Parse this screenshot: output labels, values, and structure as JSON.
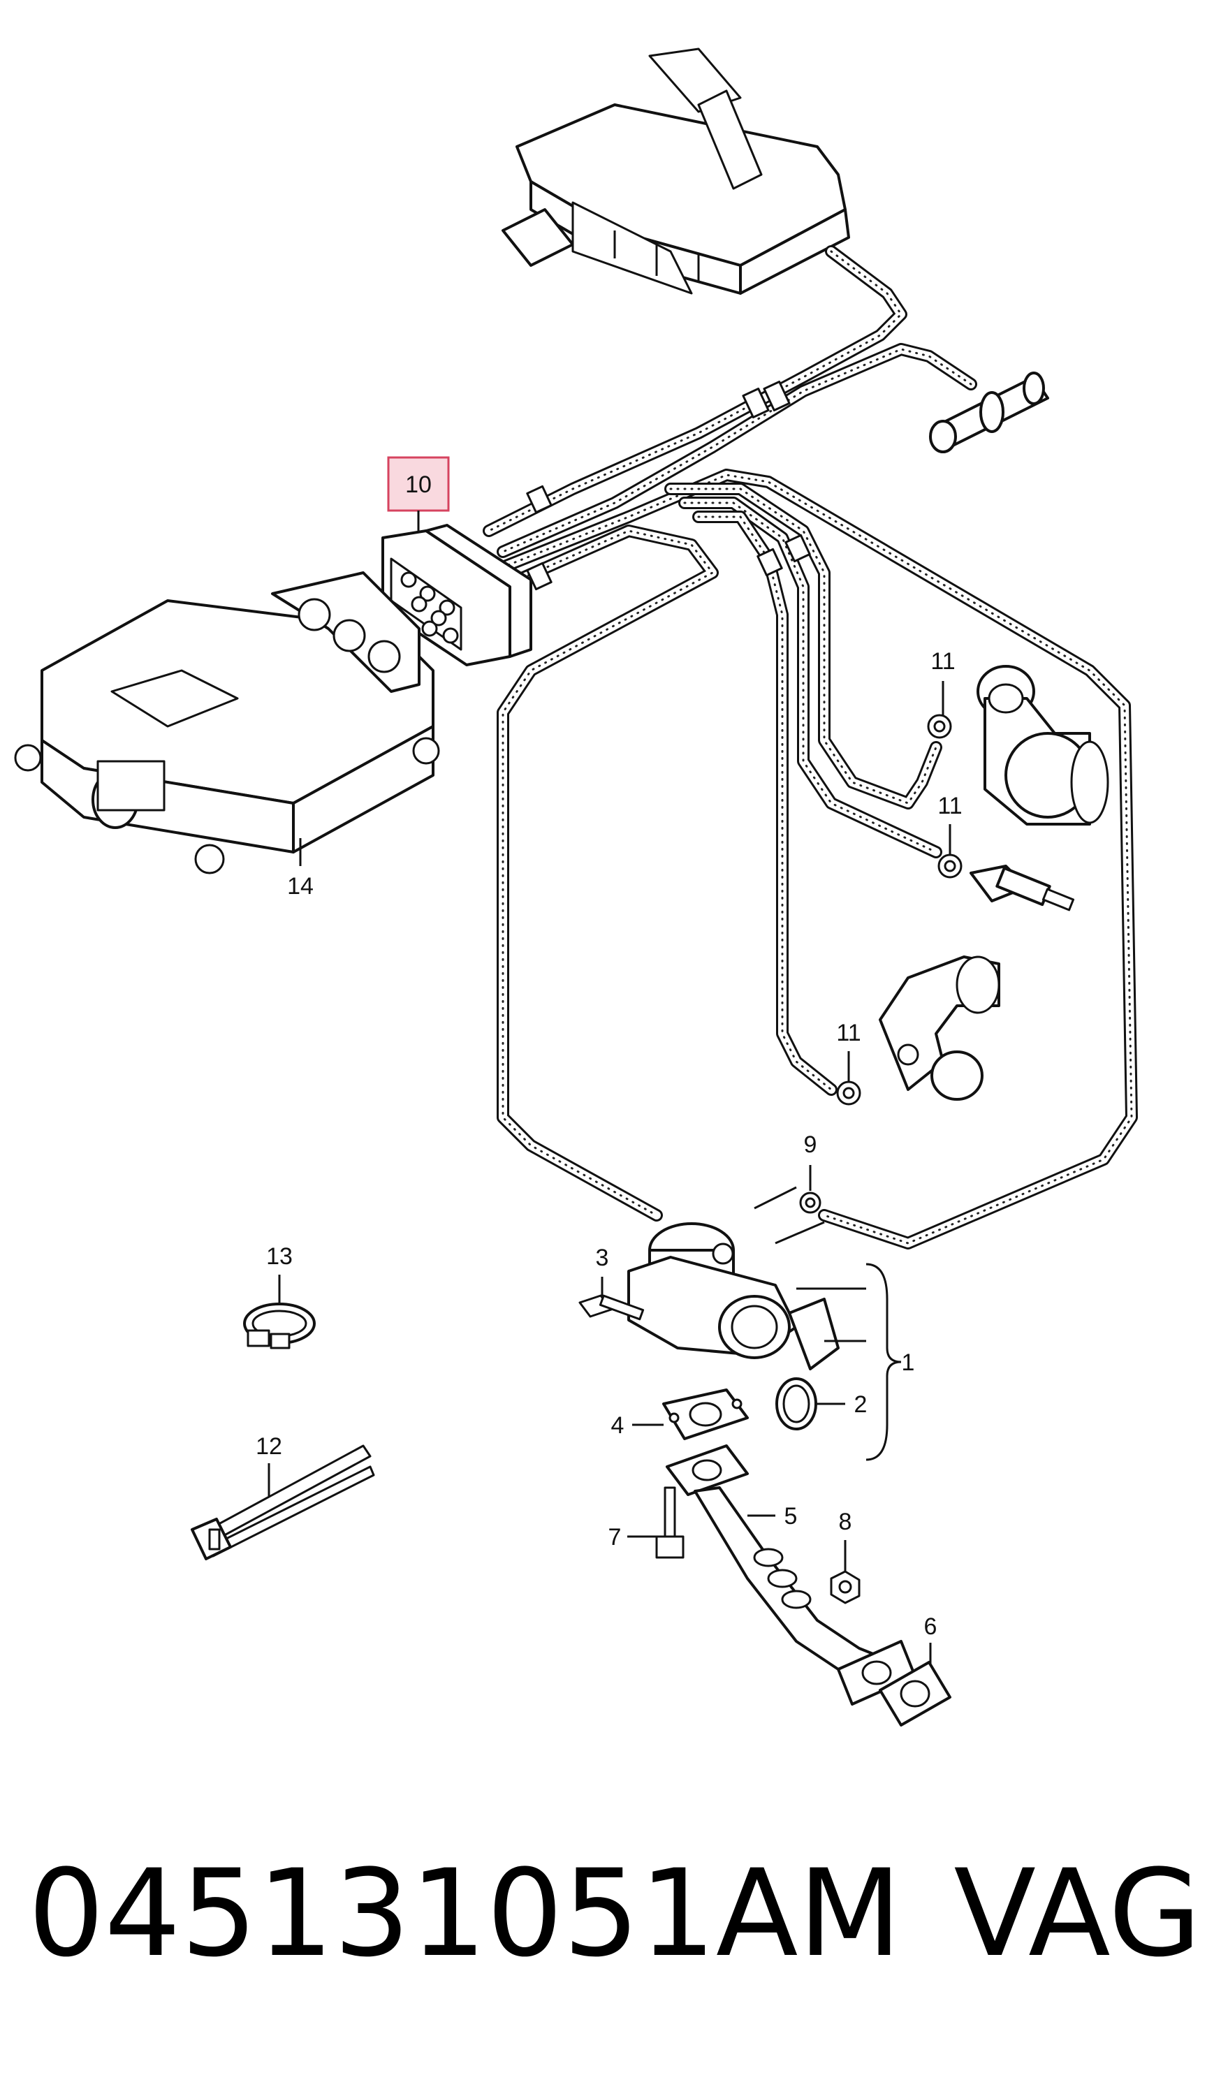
{
  "callouts": {
    "c1": "1",
    "c2": "2",
    "c3": "3",
    "c4": "4",
    "c5": "5",
    "c6": "6",
    "c7": "7",
    "c8": "8",
    "c9": "9",
    "c10": "10",
    "c11a": "11",
    "c11b": "11",
    "c11c": "11",
    "c12": "12",
    "c13": "13",
    "c14": "14"
  },
  "highlight": {
    "callout": "10",
    "color": "#f9d9df",
    "border": "#d6435f"
  },
  "footer": {
    "part_number": "045131051AM",
    "brand": "VAG"
  }
}
